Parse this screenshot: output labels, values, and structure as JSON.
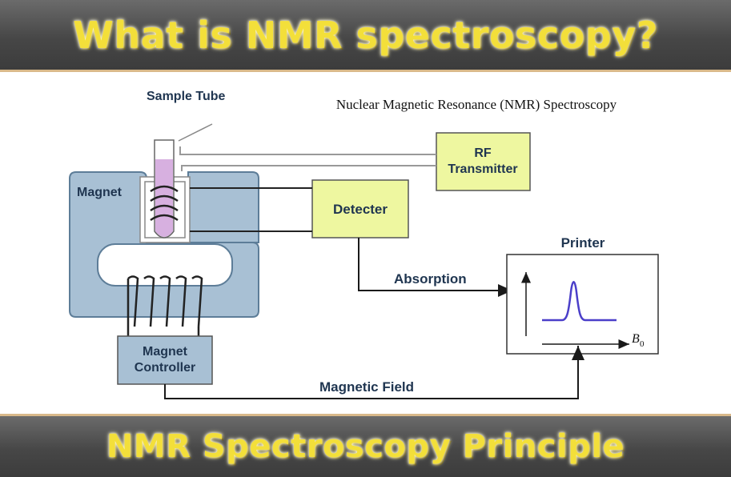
{
  "header": {
    "title": "What is NMR spectroscopy?"
  },
  "footer": {
    "title": "NMR Spectroscopy Principle"
  },
  "diagram": {
    "caption": "Nuclear Magnetic Resonance (NMR) Spectroscopy",
    "labels": {
      "sample_tube": "Sample Tube",
      "magnet": "Magnet",
      "rf_line1": "RF",
      "rf_line2": "Transmitter",
      "detector": "Detecter",
      "absorption": "Absorption",
      "printer": "Printer",
      "controller_line1": "Magnet",
      "controller_line2": "Controller",
      "magnetic_field": "Magnetic Field",
      "axis_b": "B",
      "axis_sub": "0"
    },
    "colors": {
      "magnet_fill": "#a8c0d4",
      "box_fill": "#eef7a0",
      "sample_liquid": "#d7b0e0",
      "peak": "#4b3fc9"
    }
  }
}
